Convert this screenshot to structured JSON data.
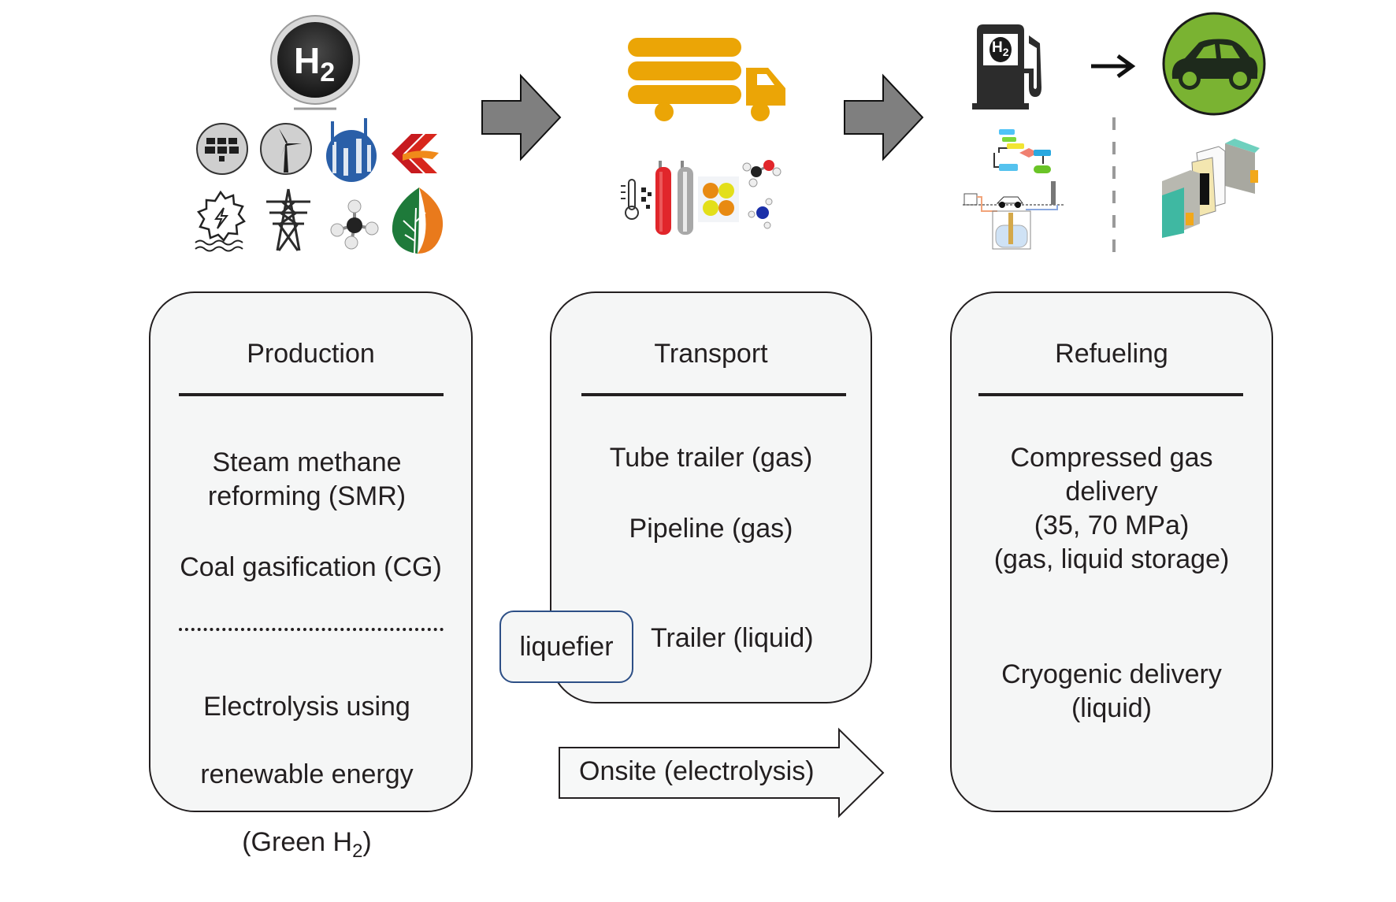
{
  "diagram": {
    "title": "Hydrogen supply chain: production, transport, refueling",
    "icons": {
      "production": [
        "h2-badge",
        "solar-panel",
        "wind-turbine",
        "refinery",
        "coal-company-logo",
        "hydro-power",
        "power-pylon",
        "methane-molecule",
        "biomass-leaf"
      ],
      "transport": [
        "tube-trailer-truck",
        "thermometer-cryogenic",
        "red-gas-cylinder",
        "silver-gas-cylinder",
        "metal-hydride-lattice",
        "methanol-molecule",
        "ammonia-molecule"
      ],
      "refueling": [
        "h2-fuel-pump",
        "process-flowchart",
        "station-schematic",
        "fuel-cell-car",
        "fuel-cell-stack"
      ]
    },
    "h2_badge_text": "H",
    "h2_badge_sub": "2",
    "pump_text": "H",
    "pump_sub": "2",
    "colors": {
      "truck": "#eba506",
      "car_circle": "#7ab332",
      "flow_arrow": "#7f7f7f",
      "liquefier_border": "#2d4f86",
      "box_fill": "#f5f6f6"
    }
  },
  "production": {
    "title": "Production",
    "items": [
      "Steam methane\nreforming (SMR)",
      "Coal gasification (CG)"
    ],
    "green_line1": "Electrolysis using",
    "green_line2": "renewable energy",
    "green_line3_pre": "(Green H",
    "green_line3_sub": "2",
    "green_line3_post": ")"
  },
  "transport": {
    "title": "Transport",
    "items": [
      "Tube trailer (gas)",
      "Pipeline (gas)",
      "Trailer (liquid)"
    ],
    "liquefier": "liquefier"
  },
  "refueling": {
    "title": "Refueling",
    "items": [
      "Compressed gas\ndelivery\n(35, 70 MPa)\n(gas, liquid storage)",
      "Cryogenic delivery\n(liquid)"
    ]
  },
  "onsite": {
    "label": "Onsite (electrolysis)"
  }
}
